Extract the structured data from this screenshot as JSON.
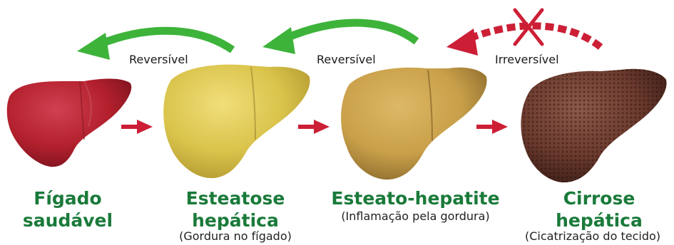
{
  "stages": [
    {
      "id": "healthy",
      "title_line1": "Fígado",
      "title_line2": "saudável",
      "subtitle": ""
    },
    {
      "id": "steatosis",
      "title_line1": "Esteatose",
      "title_line2": "hepática",
      "subtitle": "(Gordura no fígado)"
    },
    {
      "id": "steatohepatitis",
      "title_line1": "Esteato-hepatite",
      "title_line2": "",
      "subtitle": "(Inflamação pela gordura)"
    },
    {
      "id": "cirrhosis",
      "title_line1": "Cirrose",
      "title_line2": "hepática",
      "subtitle": "(Cicatrização do tecido)"
    }
  ],
  "transitions": [
    {
      "label": "Reversível",
      "kind": "reversible",
      "color": "#3db33a"
    },
    {
      "label": "Reversível",
      "kind": "reversible",
      "color": "#3db33a"
    },
    {
      "label": "Irreversível",
      "kind": "irreversible",
      "color": "#cc1f36"
    }
  ],
  "colors": {
    "title_green": "#1a7a3a",
    "forward_arrow": "#cc1f36",
    "cross_mark": "#cc1f36",
    "liver_healthy": "#b3202d",
    "liver_fatty": "#d9c34a",
    "liver_inflamed": "#c9a04a",
    "liver_cirrhotic": "#6b3a2e"
  },
  "icons": [
    "liver-icon",
    "forward-arrow-icon",
    "curved-back-arrow-icon",
    "cross-mark-icon"
  ]
}
